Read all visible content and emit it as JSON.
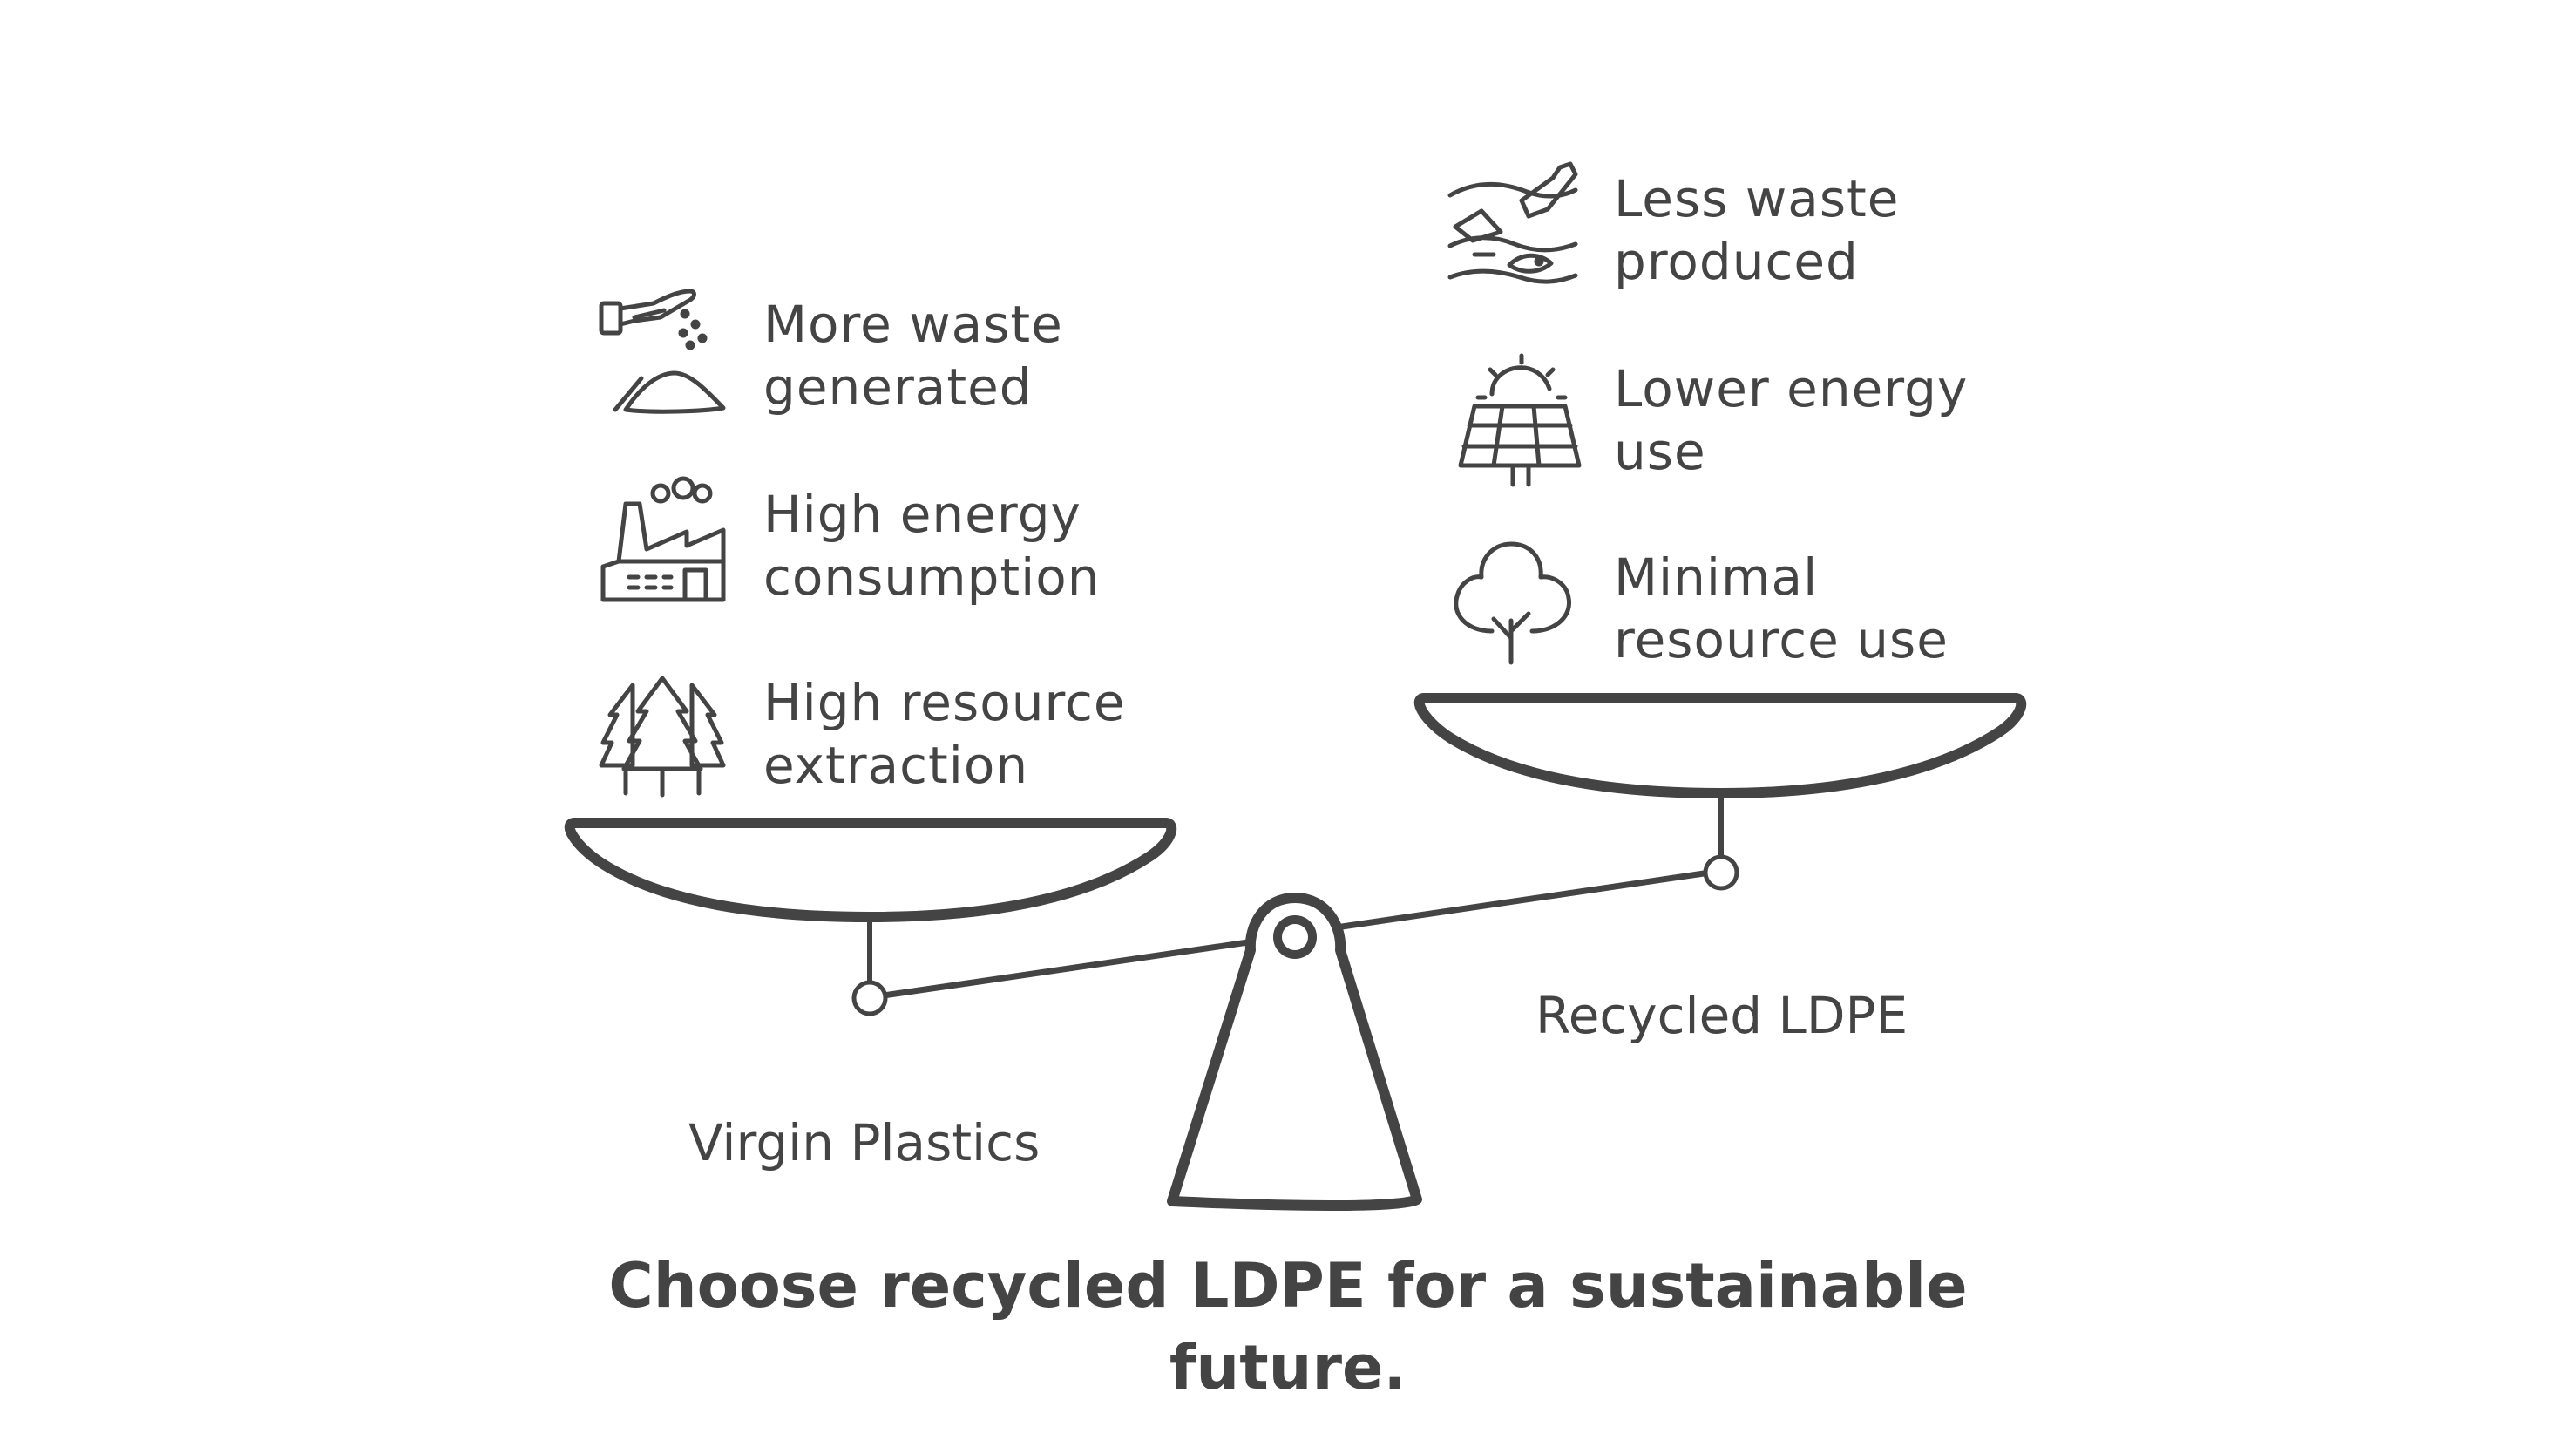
{
  "left_side": {
    "name": "Virgin Plastics",
    "items": [
      {
        "icon": "hand-pouring-waste-icon",
        "line1": "More waste",
        "line2": "generated"
      },
      {
        "icon": "factory-smoke-icon",
        "line1": "High energy",
        "line2": "consumption"
      },
      {
        "icon": "pine-trees-icon",
        "line1": "High resource",
        "line2": "extraction"
      }
    ]
  },
  "right_side": {
    "name": "Recycled LDPE",
    "items": [
      {
        "icon": "ocean-bottle-icon",
        "line1": "Less waste",
        "line2": "produced"
      },
      {
        "icon": "solar-panel-sun-icon",
        "line1": "Lower energy",
        "line2": "use"
      },
      {
        "icon": "tree-icon",
        "line1": "Minimal",
        "line2": "resource use"
      }
    ]
  },
  "caption": {
    "line1": "Choose recycled LDPE for a sustainable",
    "line2": "future."
  },
  "colors": {
    "ink": "#444444",
    "background": "#ffffff"
  }
}
